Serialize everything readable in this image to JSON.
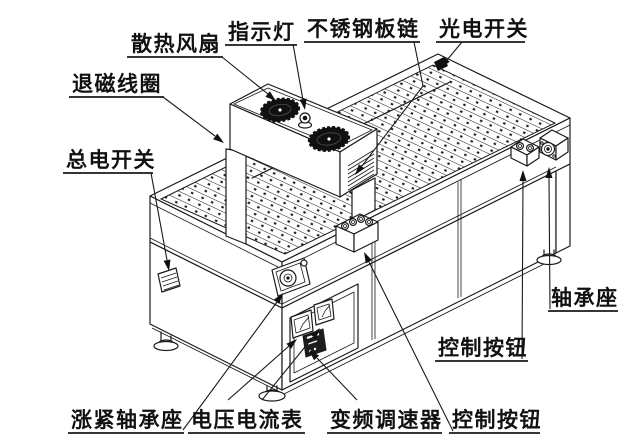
{
  "colors": {
    "line": "#1a1a1a",
    "background": "#ffffff",
    "dark_fill": "#101010"
  },
  "labels": {
    "cooling_fan": "散热风扇",
    "indicator_light": "指示灯",
    "stainless_steel_plate_chain": "不锈钢板链",
    "photoelectric_switch": "光电开关",
    "demagnetizing_coil": "退磁线圈",
    "main_power_switch": "总电开关",
    "tensioning_bearing_seat": "涨紧轴承座",
    "voltage_current_meter": "电压电流表",
    "frequency_speed_controller": "变频调速器",
    "control_buttons_front": "控制按钮",
    "control_buttons_right": "控制按钮",
    "bearing_seat": "轴承座"
  }
}
